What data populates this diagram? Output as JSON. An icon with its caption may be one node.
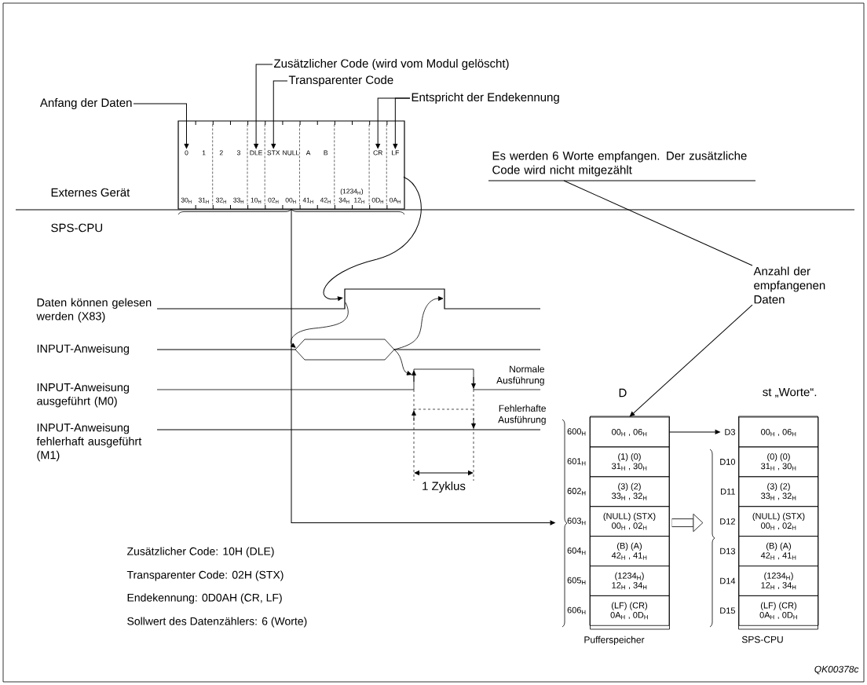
{
  "diagram": {
    "nodes": [
      {
        "text": [],
        "shape": "box"
      },
      {
        "text": [
          "0",
          "30$_{H}$"
        ],
        "in": 0
      },
      {
        "text": [
          "1",
          "31$_{H}$"
        ],
        "in": 0
      },
      {
        "text": [
          "2",
          "32$_{H}$"
        ],
        "in": 0
      },
      {
        "text": [
          "3",
          "33$_{H}$"
        ],
        "in": 0
      },
      {
        "text": [
          "DLE",
          "10$_{H}$"
        ],
        "in": 0
      },
      {
        "text": [
          "STX",
          "02$_{H}$"
        ],
        "in": 0
      },
      {
        "text": [
          "NULL",
          "00$_{H}$"
        ],
        "in": 0
      },
      {
        "text": [
          "A",
          "41$_{H}$"
        ],
        "in": 0
      },
      {
        "text": [
          "B",
          "42$_{H}$"
        ],
        "in": 0
      },
      {
        "text": [
          "(1234$_{H}$)",
          "34$_{H}$",
          "12$_{H}$"
        ],
        "in": 0
      },
      {
        "text": [
          "CR",
          "0D$_{H}$"
        ],
        "in": 0
      },
      {
        "text": [
          "LF",
          "0A$_{H}$"
        ],
        "in": 0
      },
      {
        "text": [
          "Anfang der Daten"
        ]
      },
      {
        "text": [
          "Zusätzlicher Code (wird vom Modul gelöscht)"
        ]
      },
      {
        "text": [
          "Transparenter Code"
        ]
      },
      {
        "text": [
          "Entspricht der Endekennung"
        ]
      },
      {
        "text": [
          "Es werden 6 Worte empfangen. Der zusätzliche Code wird nicht mitgezählt"
        ]
      },
      {
        "text": [
          "Anzahl der empfangenen Daten"
        ]
      },
      {
        "text": [
          "Pufferspeicher"
        ]
      },
      {
        "text": [
          "00$_{H}$ , 06$_{H}$"
        ],
        "in": 19,
        "beside": [
          "600$_{H}$"
        ]
      },
      {
        "text": [
          "(1) (0)",
          "31$_{H}$ , 30$_{H}$"
        ],
        "in": 19,
        "beside": [
          "601$_{H}$"
        ]
      },
      {
        "text": [
          "(3) (2)",
          "33$_{H}$ , 32$_{H}$"
        ],
        "in": 19,
        "beside": [
          "602$_{H}$"
        ]
      },
      {
        "text": [
          "(NULL) (STX)",
          "00$_{H}$ , 02$_{H}$"
        ],
        "in": 19,
        "beside": [
          "603$_{H}$"
        ]
      },
      {
        "text": [
          "(B) (A)",
          "42$_{H}$ , 41$_{H}$"
        ],
        "in": 19,
        "beside": [
          "604$_{H}$"
        ]
      },
      {
        "text": [
          "(1234$_{H}$)",
          "12$_{H}$ , 34$_{H}$"
        ],
        "in": 19,
        "beside": [
          "605$_{H}$"
        ]
      },
      {
        "text": [
          "(LF) (CR)",
          "0A$_{H}$ , 0D$_{H}$"
        ],
        "in": 19,
        "beside": [
          "606$_{H}$"
        ]
      },
      {
        "text": [
          "SPS-CPU"
        ]
      },
      {
        "text": [
          "00$_{H}$ , 06$_{H}$"
        ],
        "in": 27,
        "beside": [
          "D3"
        ]
      },
      {
        "text": [
          "(0) (0)",
          "31$_{H}$ , 30$_{H}$"
        ],
        "in": 27,
        "beside": [
          "D10"
        ]
      },
      {
        "text": [
          "(3) (2)",
          "33$_{H}$ , 32$_{H}$"
        ],
        "in": 27,
        "beside": [
          "D11"
        ]
      },
      {
        "text": [
          "(NULL) (STX)",
          "00$_{H}$ , 02$_{H}$"
        ],
        "in": 27,
        "beside": [
          "D12"
        ]
      },
      {
        "text": [
          "(B) (A)",
          "42$_{H}$ , 41$_{H}$"
        ],
        "in": 27,
        "beside": [
          "D13"
        ]
      },
      {
        "text": [
          "(1234$_{H}$)",
          "12$_{H}$ , 34$_{H}$"
        ],
        "in": 27,
        "beside": [
          "D14"
        ]
      },
      {
        "text": [
          "(LF) (CR)",
          "0A$_{H}$ , 0D$_{H}$"
        ],
        "in": 27,
        "beside": [
          "D15"
        ]
      }
    ],
    "edges": [
      {
        "from": 13,
        "to": 1,
        "arrow": "to"
      },
      {
        "from": 14,
        "to": 5,
        "arrow": "to"
      },
      {
        "from": 15,
        "to": 6,
        "arrow": "to"
      },
      {
        "from": 16,
        "to": 11,
        "arrow": "to"
      },
      {
        "from": 16,
        "to": 12,
        "arrow": "to"
      },
      {
        "from": 12,
        "to": null,
        "arrow": "to"
      },
      {
        "from": 0,
        "to": 19,
        "arrow": "to"
      },
      {
        "from": 17,
        "to": 18,
        "arrow": "none"
      },
      {
        "from": 18,
        "to": 20,
        "arrow": "to"
      },
      {
        "from": 20,
        "to": 28,
        "arrow": "to"
      },
      {
        "from": 19,
        "to": 27,
        "arrow": "to",
        "style": "thick"
      }
    ],
    "labels": [
      "Externes Gerät",
      "SPS-CPU",
      "Daten können gelesen werden (X83)",
      "INPUT-Anweisung",
      "Normale Ausführung",
      "INPUT-Anweisung ausgeführt (M0)",
      "Fehlerhafte Ausführung",
      "INPUT-Anweisung fehlerhaft ausgeführt (M1)",
      "D",
      "st „Worte“.",
      "1 Zyklus",
      "Zusätzlicher Code: 10H (DLE)",
      "Transparenter Code: 02H (STX)",
      "Endekennung: 0D0AH (CR, LF)",
      "Sollwert des Datenzählers: 6 (Worte)",
      "QK00378c"
    ]
  }
}
